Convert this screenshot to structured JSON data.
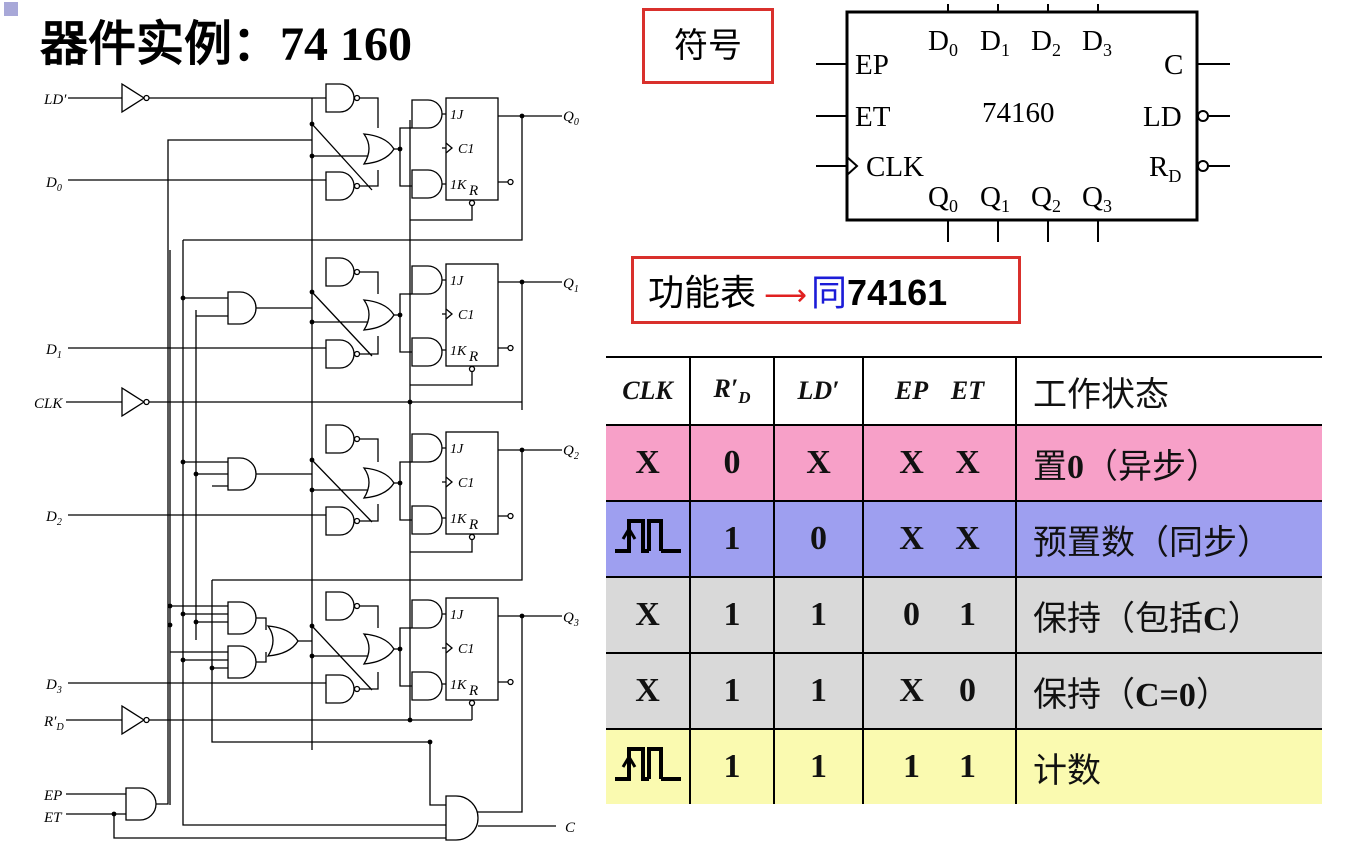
{
  "title": {
    "prefix": "器件实例：",
    "model": "74 160"
  },
  "symbol_label": "符号",
  "function_label": {
    "text": "功能表",
    "arrow": "⟶",
    "same": "同",
    "model": "74161"
  },
  "symbol": {
    "top_pins": [
      "D",
      "D",
      "D",
      "D"
    ],
    "bottom_pins": [
      "Q",
      "Q",
      "Q",
      "Q"
    ],
    "pin_subs": [
      "0",
      "1",
      "2",
      "3"
    ],
    "left_pins": [
      "EP",
      "ET",
      "CLK"
    ],
    "right_pins": [
      "C",
      "LD",
      "R"
    ],
    "rd_sub": "D",
    "chip_name": "74160"
  },
  "circuit": {
    "input_labels": [
      "LD′",
      "D",
      "D",
      "CLK",
      "D",
      "D",
      "R′",
      "EP",
      "ET"
    ],
    "input_subs": [
      "0",
      "1",
      "2",
      "3"
    ],
    "rd_sub": "D",
    "output_labels": [
      "Q",
      "Q",
      "Q",
      "Q",
      "C"
    ],
    "ff_pins": {
      "j": "1J",
      "c": "C1",
      "k": "1K",
      "r": "R"
    }
  },
  "table": {
    "headers": [
      "CLK",
      "R′",
      "LD′",
      "EP",
      "ET",
      "工作状态"
    ],
    "rd_sub": "D",
    "rows": [
      {
        "clk": "X",
        "rd": "0",
        "ld": "X",
        "ep": "X",
        "et": "X",
        "state_pre": "置",
        "state_bold": "0",
        "state_post": "（异步）"
      },
      {
        "clk": "pulse",
        "rd": "1",
        "ld": "0",
        "ep": "X",
        "et": "X",
        "state_pre": "预置数（同步）",
        "state_bold": "",
        "state_post": ""
      },
      {
        "clk": "X",
        "rd": "1",
        "ld": "1",
        "ep": "0",
        "et": "1",
        "state_pre": "保持（包括",
        "state_bold": "C",
        "state_post": "）"
      },
      {
        "clk": "X",
        "rd": "1",
        "ld": "1",
        "ep": "X",
        "et": "0",
        "state_pre": "保持（",
        "state_bold": "C=0",
        "state_post": "）"
      },
      {
        "clk": "pulse",
        "rd": "1",
        "ld": "1",
        "ep": "1",
        "et": "1",
        "state_pre": "计数",
        "state_bold": "",
        "state_post": ""
      }
    ]
  },
  "colors": {
    "row0": "#f7a0c8",
    "row1": "#9e9ff0",
    "row2": "#d9d9d9",
    "row3": "#d9d9d9",
    "row4": "#fafab0",
    "label_border": "#d9302c",
    "same_text": "#1c1cd8"
  }
}
